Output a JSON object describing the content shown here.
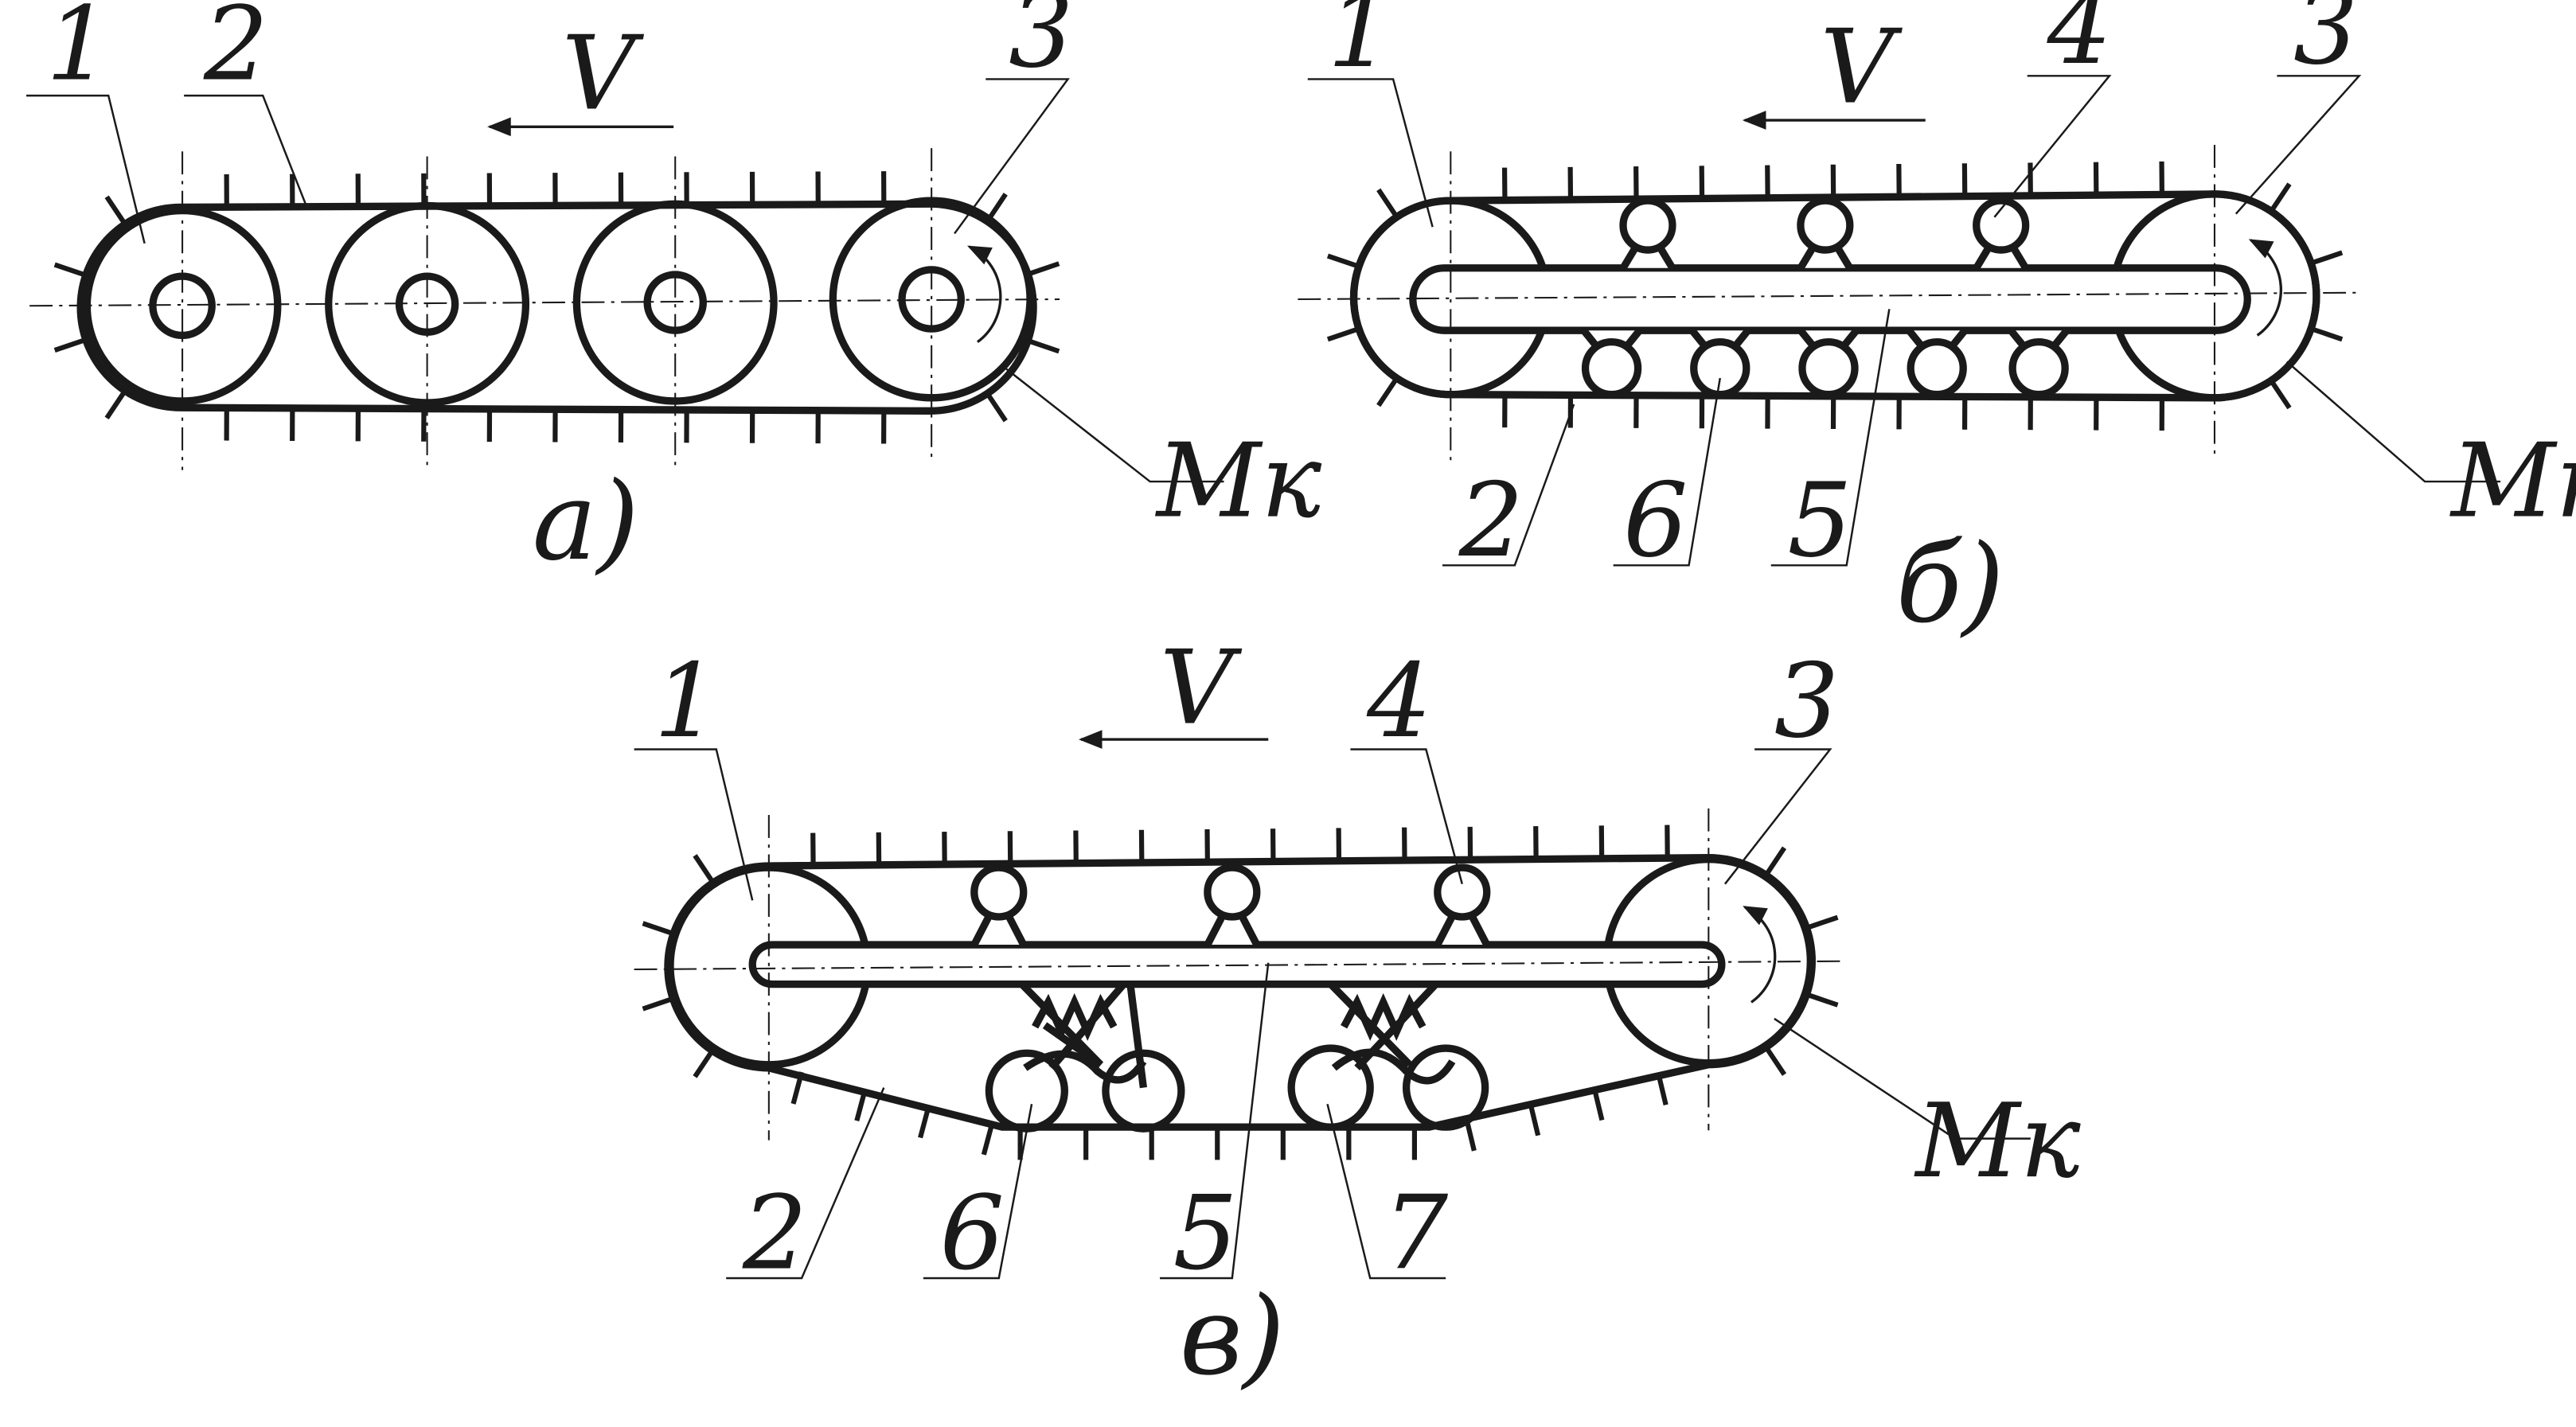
{
  "figure": {
    "panel_a": {
      "caption": "а)",
      "velocity": "V",
      "moment": "Мк",
      "labels": [
        "1",
        "2",
        "3"
      ]
    },
    "panel_b": {
      "caption": "б)",
      "velocity": "V",
      "moment": "Мк",
      "labels": [
        "1",
        "4",
        "3",
        "2",
        "6",
        "5"
      ]
    },
    "panel_c": {
      "caption": "в)",
      "velocity": "V",
      "moment": "Мк",
      "labels": [
        "1",
        "4",
        "3",
        "2",
        "6",
        "5",
        "7"
      ]
    }
  },
  "colors": {
    "stroke": "#1a1a1a",
    "background": "#ffffff"
  }
}
